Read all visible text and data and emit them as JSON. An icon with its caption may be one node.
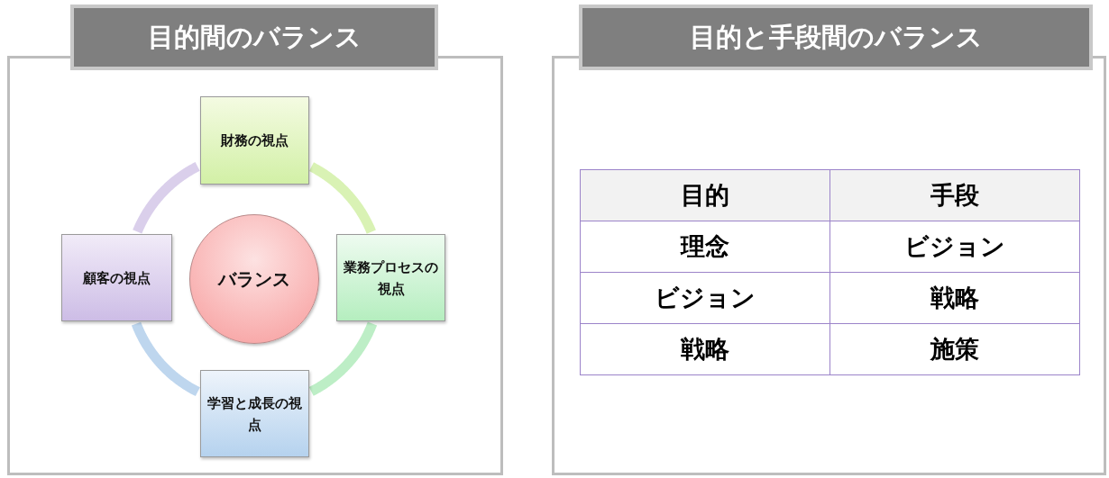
{
  "diagram": {
    "nodes": [
      {
        "text": [
          "目的間のバランス"
        ]
      },
      {
        "text": [
          "財務の視点"
        ],
        "in": 0
      },
      {
        "text": [
          "顧客の視点"
        ],
        "in": 0
      },
      {
        "text": [
          "バランス"
        ],
        "in": 0
      },
      {
        "text": [
          "業務プロセスの視点"
        ],
        "in": 0
      },
      {
        "text": [
          "学習と成長の視点"
        ],
        "in": 0
      },
      {
        "text": [
          "目的と手段間のバランス"
        ]
      }
    ],
    "edges": [
      {
        "from": 1,
        "to": 4,
        "arrow": "none",
        "color": "#d9f2b4"
      },
      {
        "from": 4,
        "to": 5,
        "arrow": "none",
        "color": "#bdeec6"
      },
      {
        "from": 5,
        "to": 2,
        "arrow": "none",
        "color": "#bed6ee"
      },
      {
        "from": 2,
        "to": 1,
        "arrow": "none",
        "color": "#dacfeb"
      }
    ],
    "labels": [
      "目的",
      "手段",
      "理念",
      "ビジョン",
      "ビジョン",
      "戦略",
      "戦略",
      "施策"
    ]
  }
}
